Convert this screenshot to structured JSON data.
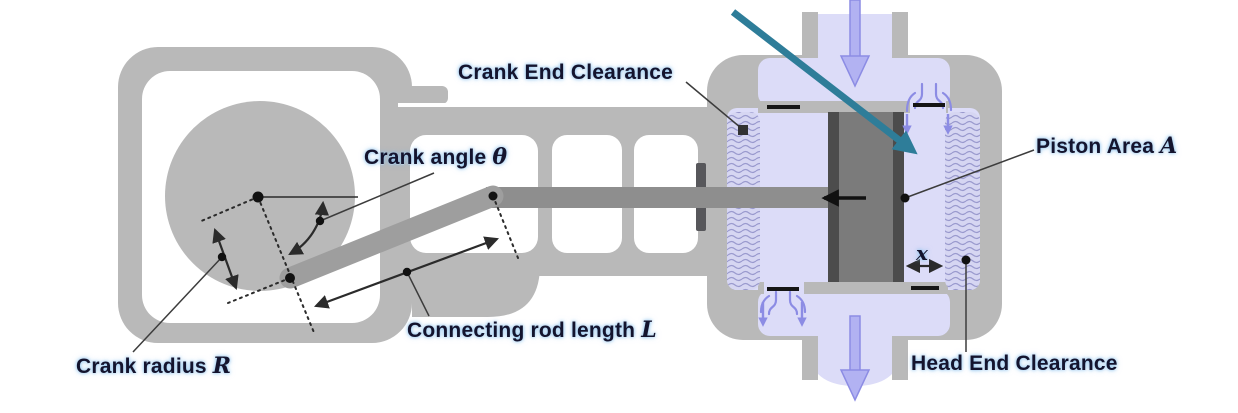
{
  "labels": {
    "crank_end_clearance": {
      "text": "Crank End Clearance"
    },
    "crank_angle": {
      "text": "Crank angle",
      "symbol": "θ"
    },
    "crank_radius": {
      "text": "Crank radius",
      "symbol": "R"
    },
    "connecting_rod_length": {
      "text": "Connecting rod length",
      "symbol": "L"
    },
    "piston_area": {
      "text": "Piston Area",
      "symbol": "A"
    },
    "head_end_clearance": {
      "text": "Head End Clearance"
    },
    "piston_clearance": {
      "symbol": "x"
    }
  },
  "icons": {
    "teal_arrow": "diagonal-pointer-arrow",
    "intake_arrow": "down-flow-arrow",
    "discharge_arrow": "down-flow-arrow",
    "piston_motion_arrow": "left-arrow"
  },
  "colors": {
    "metal": "#b9b9b9",
    "gas": "#dcdcf8",
    "wave_bg": "#d6d6f2",
    "wave_line": "#9a9ace",
    "rod": "#8e8e8e",
    "conrod": "#9e9e9e",
    "piston": "#7b7b7b",
    "piston_ring": "#4c4c4c",
    "gland": "#57575b",
    "flow_fill": "#b2b2f2",
    "flow_edge": "#8c8ce4",
    "valve": "#8c8ce4",
    "teal": "#2e7d99",
    "ink": "#2b2b2b",
    "pointer": "#3c3c3c",
    "label_text": "#14142e",
    "label_glow": "#8cc2ee",
    "background": "#ffffff"
  }
}
